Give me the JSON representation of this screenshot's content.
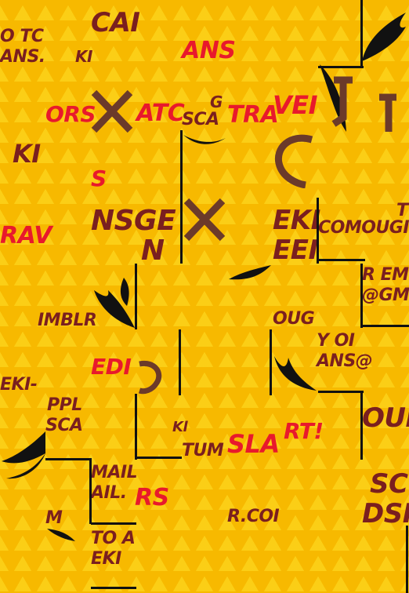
{
  "fragments": {
    "f01": "O TC",
    "f02": "ANS.",
    "f03": "CAI",
    "f04": "KI",
    "f05": "ANS",
    "f06": "ORS",
    "f07": "ATC",
    "f08": "G",
    "f09": "SCA",
    "f10": "TRA",
    "f11": "VEI",
    "f12": "KI",
    "f13": "S",
    "f14": "RAV",
    "f15": "NSGE",
    "f16": "N",
    "f17": "EKI",
    "f18": "EEI",
    "f19": "COMOUGI",
    "f20": "T",
    "f21": "R EM",
    "f22": "@GMI",
    "f23": "IMBLR",
    "f24": "OUG",
    "f25": "EDI",
    "f26": "Y OI",
    "f27": "ANS@",
    "f28": "EKI-",
    "f29": "PPL",
    "f30": "SCA",
    "f31": "Kl",
    "f32": "TUM",
    "f33": "SLA",
    "f34": "RT!",
    "f35": "OUI",
    "f36": "MAIL",
    "f37": "AIL.",
    "f38": "RS",
    "f39": "SC",
    "f40": "DSI",
    "f41": "M",
    "f42": "R.COI",
    "f43": "TO A",
    "f44": "EKI"
  },
  "colors": {
    "background": "#f7b900",
    "red_text": "#e8192c",
    "brown_text": "#7a1f1f",
    "wing": "#111111",
    "emblem": "#6b3a2a"
  },
  "icons": [
    "wing-icon",
    "emblem-icon"
  ]
}
